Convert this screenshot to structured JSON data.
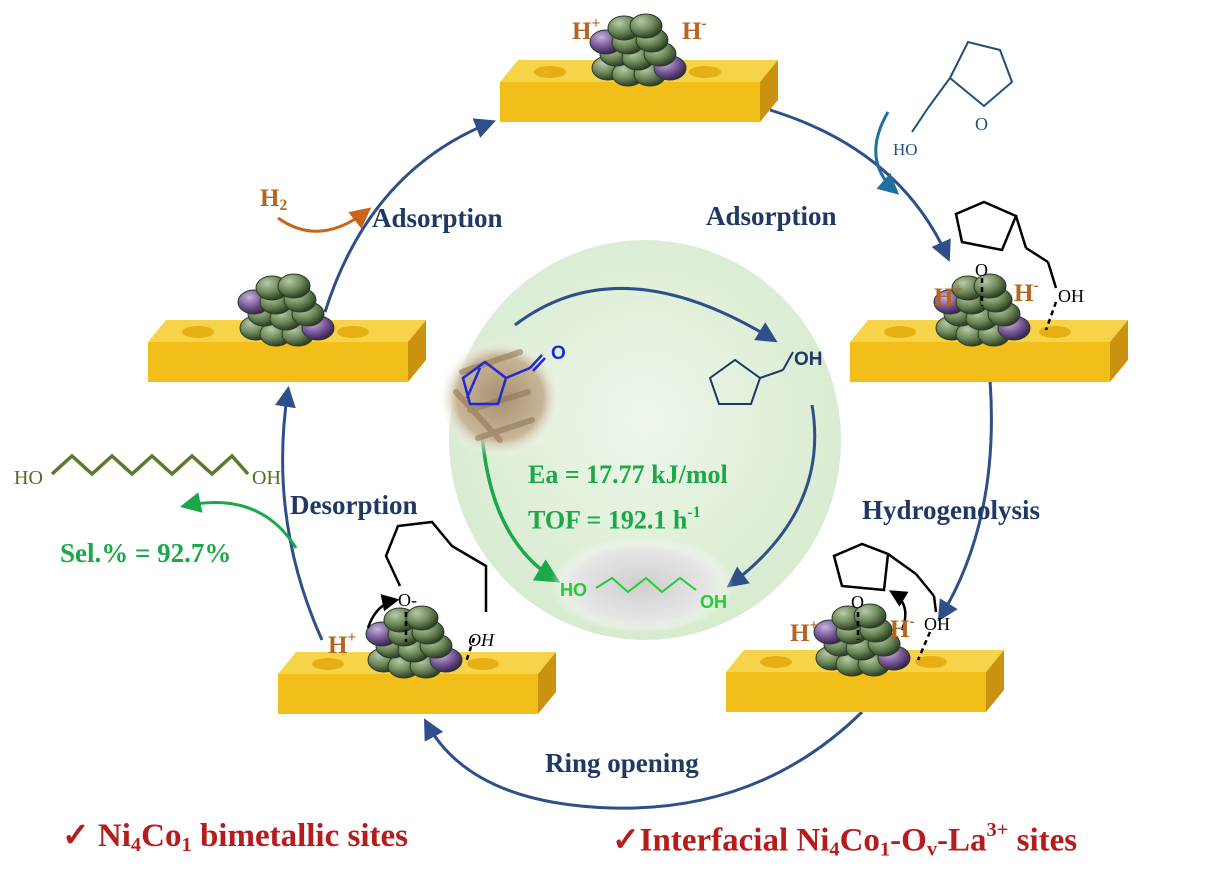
{
  "stages": {
    "adsorption_h2": "Adsorption",
    "adsorption_thfa": "Adsorption",
    "hydrogenolysis": "Hydrogenolysis",
    "ring_opening": "Ring opening",
    "desorption": "Desorption"
  },
  "species": {
    "h2_base": "H",
    "h2_sub": "2",
    "h_plus_base": "H",
    "h_plus_sup": "+",
    "h_minus_base": "H",
    "h_minus_sup": "-",
    "ho": "HO",
    "oh": "OH",
    "o": "O",
    "o_minus": "O-"
  },
  "center": {
    "ea": "Ea = 17.77 kJ/mol",
    "tof_base": "TOF = 192.1 h",
    "tof_sup": "-1",
    "oh": "OH",
    "ho": "HO",
    "o": "O"
  },
  "selectivity": "Sel.% = 92.7%",
  "bottom": {
    "check": "✓",
    "left_a": "Ni",
    "left_sub1": "4",
    "left_b": "Co",
    "left_sub2": "1",
    "left_c": " bimetallic sites",
    "right_a": "Interfacial Ni",
    "right_sub1": "4",
    "right_b": "Co",
    "right_sub2": "1",
    "right_c": "-O",
    "right_sub3": "v",
    "right_d": "-La",
    "right_sup": "3+",
    "right_e": " sites"
  },
  "colors": {
    "cycle_arrow": "#2f4f8a",
    "h2_arrow": "#c8651b",
    "green_arrow": "#1aa84a",
    "support": "#f2be1a",
    "ni_atom": "#6f8a5c",
    "co_atom": "#7a5a9a",
    "center_disk": "#dff0d8",
    "stage_text": "#1f3864",
    "ion_text": "#b5651d",
    "bottom_text": "#b71c1c"
  }
}
